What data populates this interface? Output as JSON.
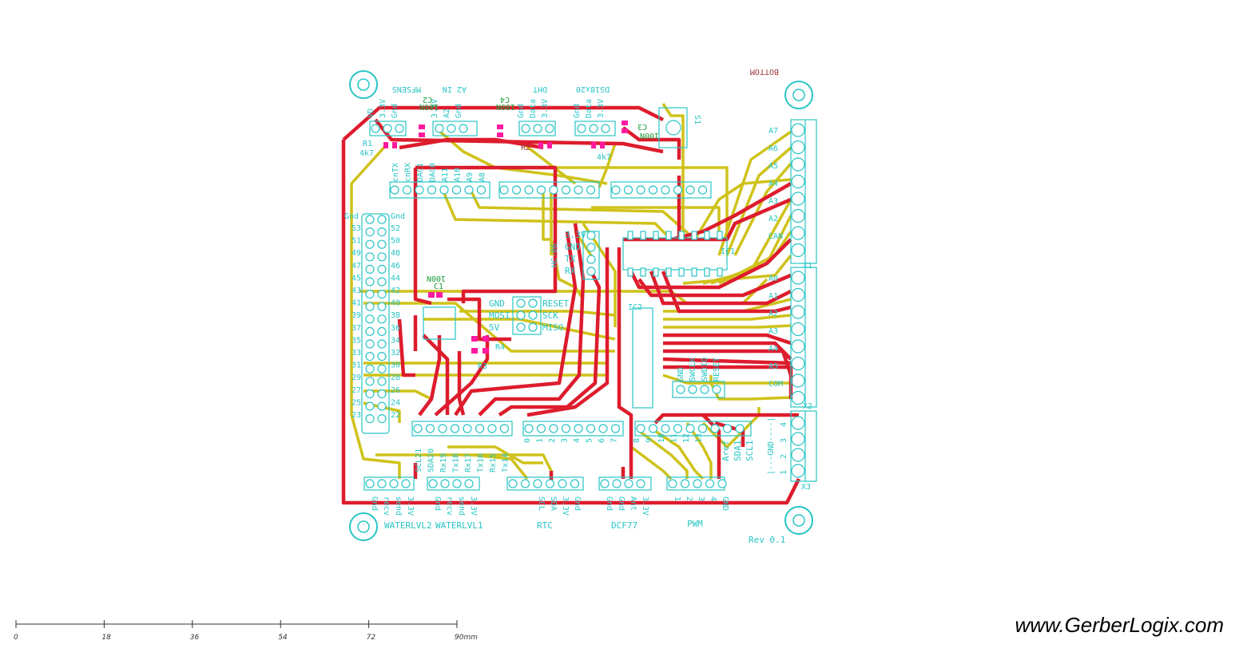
{
  "brand": "www.GerberLogix.com",
  "scale": {
    "ticks": [
      "0",
      "18",
      "36",
      "54",
      "72",
      "90mm"
    ]
  },
  "colors": {
    "top_copper": "#dd1c2d",
    "bottom_copper": "#cfc21a",
    "silkscreen": "#29c5c5",
    "pads": "#ff1aa0"
  },
  "board": {
    "layer_label": "BOTTOM",
    "revision": "Rev 0.1",
    "headers_top": [
      {
        "name": "MFSENS",
        "pins": [
          "VD",
          "3.3V",
          "Gnd"
        ]
      },
      {
        "name": "A2 IN",
        "pins": [
          "3.3V",
          "A2",
          "Gnd"
        ]
      },
      {
        "name": "DHT",
        "pins": [
          "Gnd",
          "Data",
          "3.3V"
        ]
      },
      {
        "name": "DS18x20",
        "pins": [
          "Gnd",
          "Data",
          "3.3V"
        ]
      }
    ],
    "component_labels": [
      "C2",
      "100N",
      "C4",
      "100N",
      "C3",
      "100N",
      "C1",
      "100N",
      "R1",
      "4k7",
      "R2",
      "4k7",
      "R3",
      "R4",
      "S1",
      "IC1",
      "IC2",
      "HC-06",
      "X1",
      "X2",
      "X3"
    ],
    "due_pins_left": [
      "52",
      "50",
      "48",
      "46",
      "44",
      "42",
      "40",
      "38",
      "36",
      "34",
      "32",
      "30",
      "28",
      "26",
      "24",
      "22"
    ],
    "due_top_row": [
      "cnTX",
      "cnRX",
      "DAC1",
      "DAC0",
      "A11",
      "A10",
      "A9",
      "A8"
    ],
    "bottom_row_labels": [
      "SCL21",
      "SDA20",
      "Rx19",
      "Tx18",
      "Rx17",
      "Tx16",
      "Rx15",
      "Tx14"
    ],
    "digital_pins": [
      "0",
      "1",
      "2",
      "3",
      "4",
      "5",
      "6",
      "7",
      "8",
      "9",
      "10",
      "11",
      "12",
      "13"
    ],
    "power_labels": [
      "Aref",
      "SDA1",
      "SCL1",
      "GND"
    ],
    "hc06_pins": [
      "3.3V",
      "GND",
      "TX",
      "RX"
    ],
    "isp_pins": [
      "GND",
      "MOSI",
      "5V",
      "RESET",
      "SCK",
      "MISO"
    ],
    "swd_pins": [
      "GND",
      "SWCLK",
      "SWDIO",
      "RESET"
    ],
    "terminal_x1": [
      "A7",
      "A6",
      "A5",
      "A4",
      "A3",
      "A2",
      "CAN"
    ],
    "terminal_x2": [
      "A0",
      "A1",
      "A2",
      "A3",
      "A4",
      "A5",
      "COM"
    ],
    "terminal_x3": [
      "1",
      "2",
      "3",
      "4"
    ],
    "bottom_headers": [
      {
        "name": "WATERLVL2",
        "pins": [
          "Gnd",
          "recv",
          "send",
          "3.3V"
        ]
      },
      {
        "name": "WATERLVL1",
        "pins": [
          "Gnd",
          "recv",
          "send",
          "3.3V"
        ]
      },
      {
        "name": "RTC",
        "pins": [
          "SCL",
          "SDA",
          "3.3V",
          "Gnd"
        ]
      },
      {
        "name": "DCF77",
        "pins": [
          "Gnd",
          "Gnd",
          "Ant",
          "3.3V"
        ]
      },
      {
        "name": "PWM",
        "pins": [
          "1",
          "2",
          "3",
          "4",
          "GND"
        ]
      }
    ]
  }
}
